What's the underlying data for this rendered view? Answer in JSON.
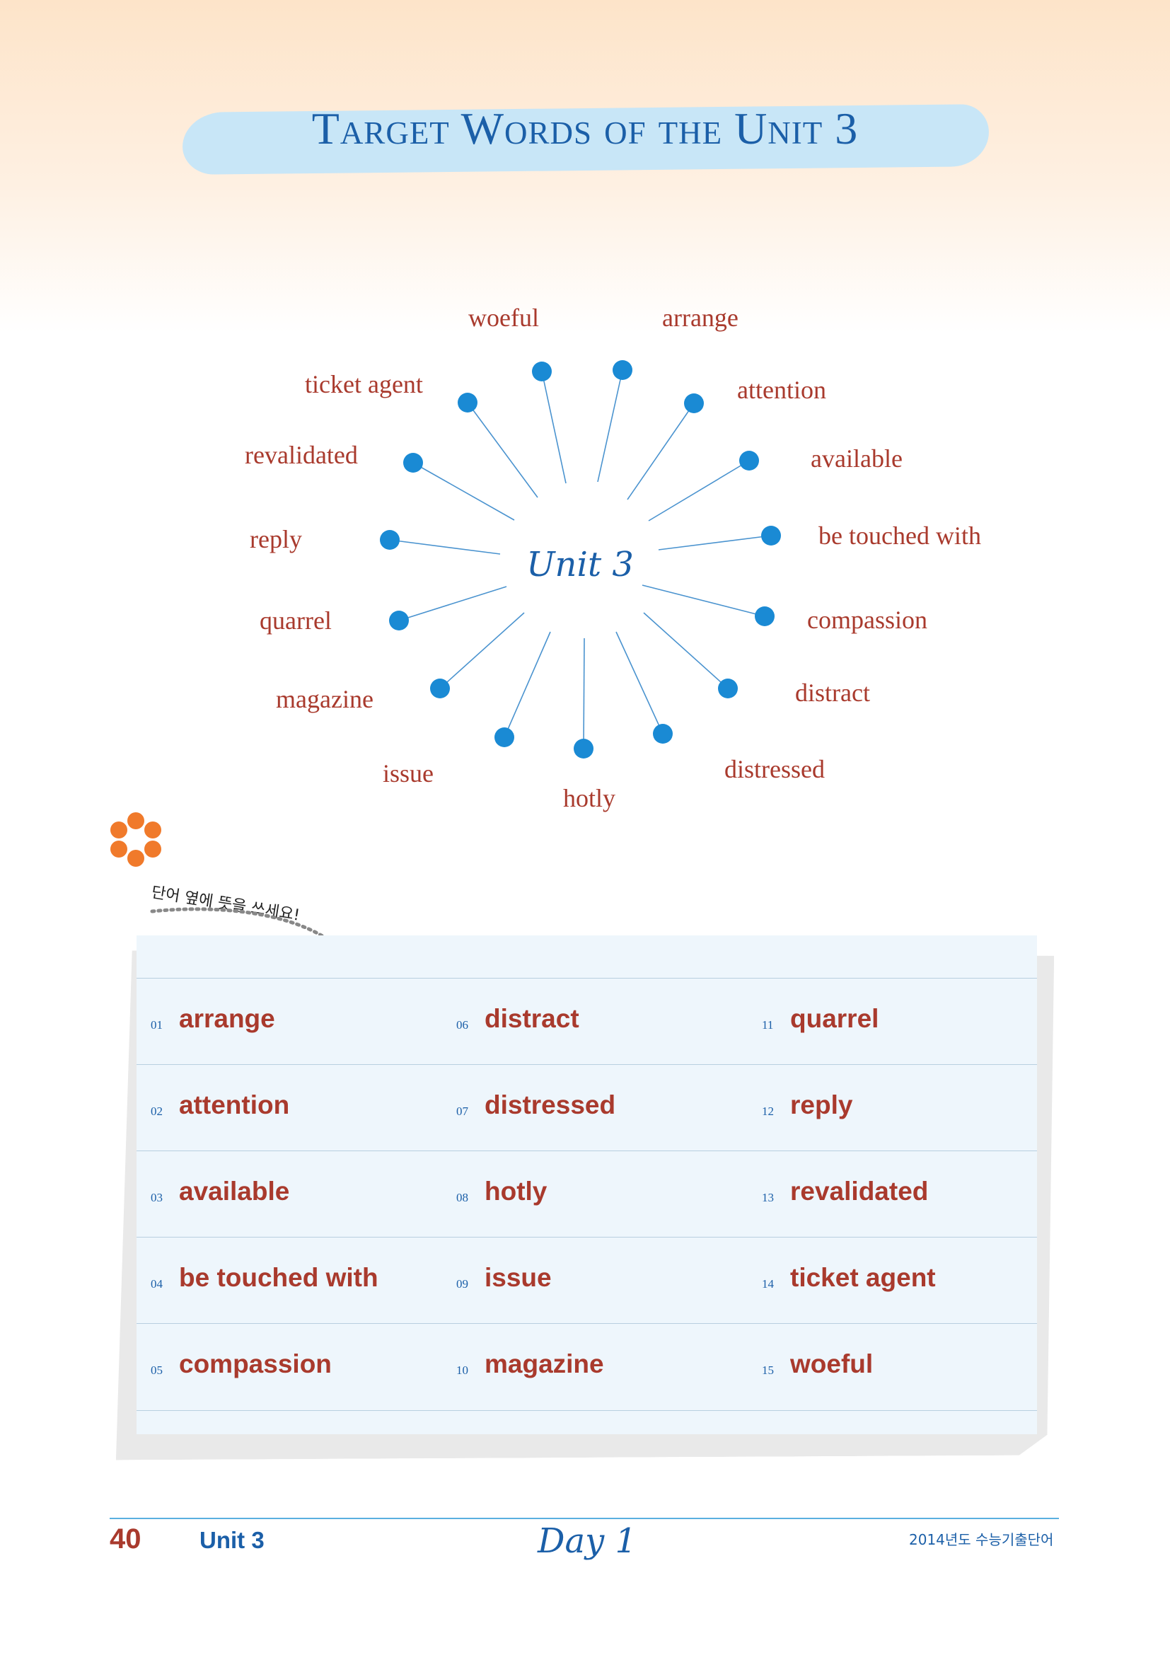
{
  "title": "Target Words of the Unit 3",
  "wheel": {
    "center": "Unit 3",
    "words": [
      "woeful",
      "arrange",
      "ticket agent",
      "attention",
      "revalidated",
      "available",
      "reply",
      "be touched with",
      "quarrel",
      "compassion",
      "magazine",
      "distract",
      "issue",
      "distressed",
      "hotly"
    ]
  },
  "instruction": "단어 옆에 뜻을 쓰세요!",
  "word_list": [
    {
      "num": "01",
      "word": "arrange"
    },
    {
      "num": "02",
      "word": "attention"
    },
    {
      "num": "03",
      "word": "available"
    },
    {
      "num": "04",
      "word": "be touched with"
    },
    {
      "num": "05",
      "word": "compassion"
    },
    {
      "num": "06",
      "word": "distract"
    },
    {
      "num": "07",
      "word": "distressed"
    },
    {
      "num": "08",
      "word": "hotly"
    },
    {
      "num": "09",
      "word": "issue"
    },
    {
      "num": "10",
      "word": "magazine"
    },
    {
      "num": "11",
      "word": "quarrel"
    },
    {
      "num": "12",
      "word": "reply"
    },
    {
      "num": "13",
      "word": "revalidated"
    },
    {
      "num": "14",
      "word": "ticket agent"
    },
    {
      "num": "15",
      "word": "woeful"
    }
  ],
  "footer": {
    "page_number": "40",
    "unit": "Unit 3",
    "day": "Day 1",
    "book_title": "2014년도 수능기출단어"
  },
  "colors": {
    "accent_blue": "#1b5fa8",
    "word_red": "#a93a2d",
    "dot_blue": "#1a8ad4",
    "flower_orange": "#f07a2b"
  }
}
